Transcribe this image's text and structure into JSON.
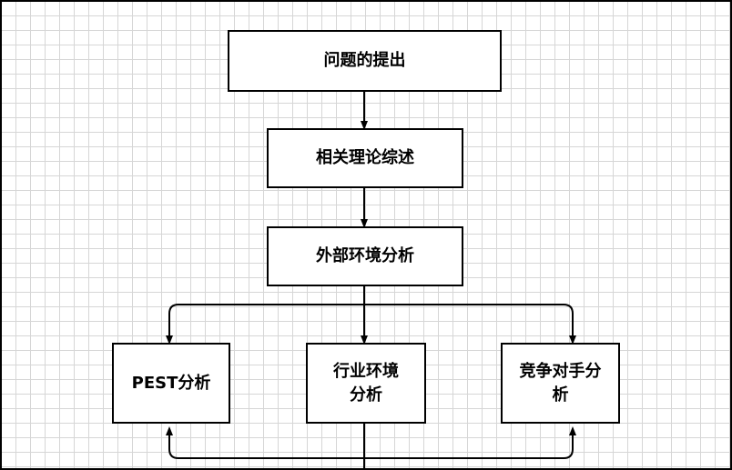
{
  "nodes": {
    "problem": "问题的提出",
    "theory": "相关理论综述",
    "external": "外部环境分析",
    "pest": "PEST分析",
    "industry": "行业环境分析",
    "competitor": "竞争对手分析"
  },
  "colors": {
    "line": "#000000",
    "grid": "#d6d6d6",
    "box_fill": "#ffffff"
  }
}
